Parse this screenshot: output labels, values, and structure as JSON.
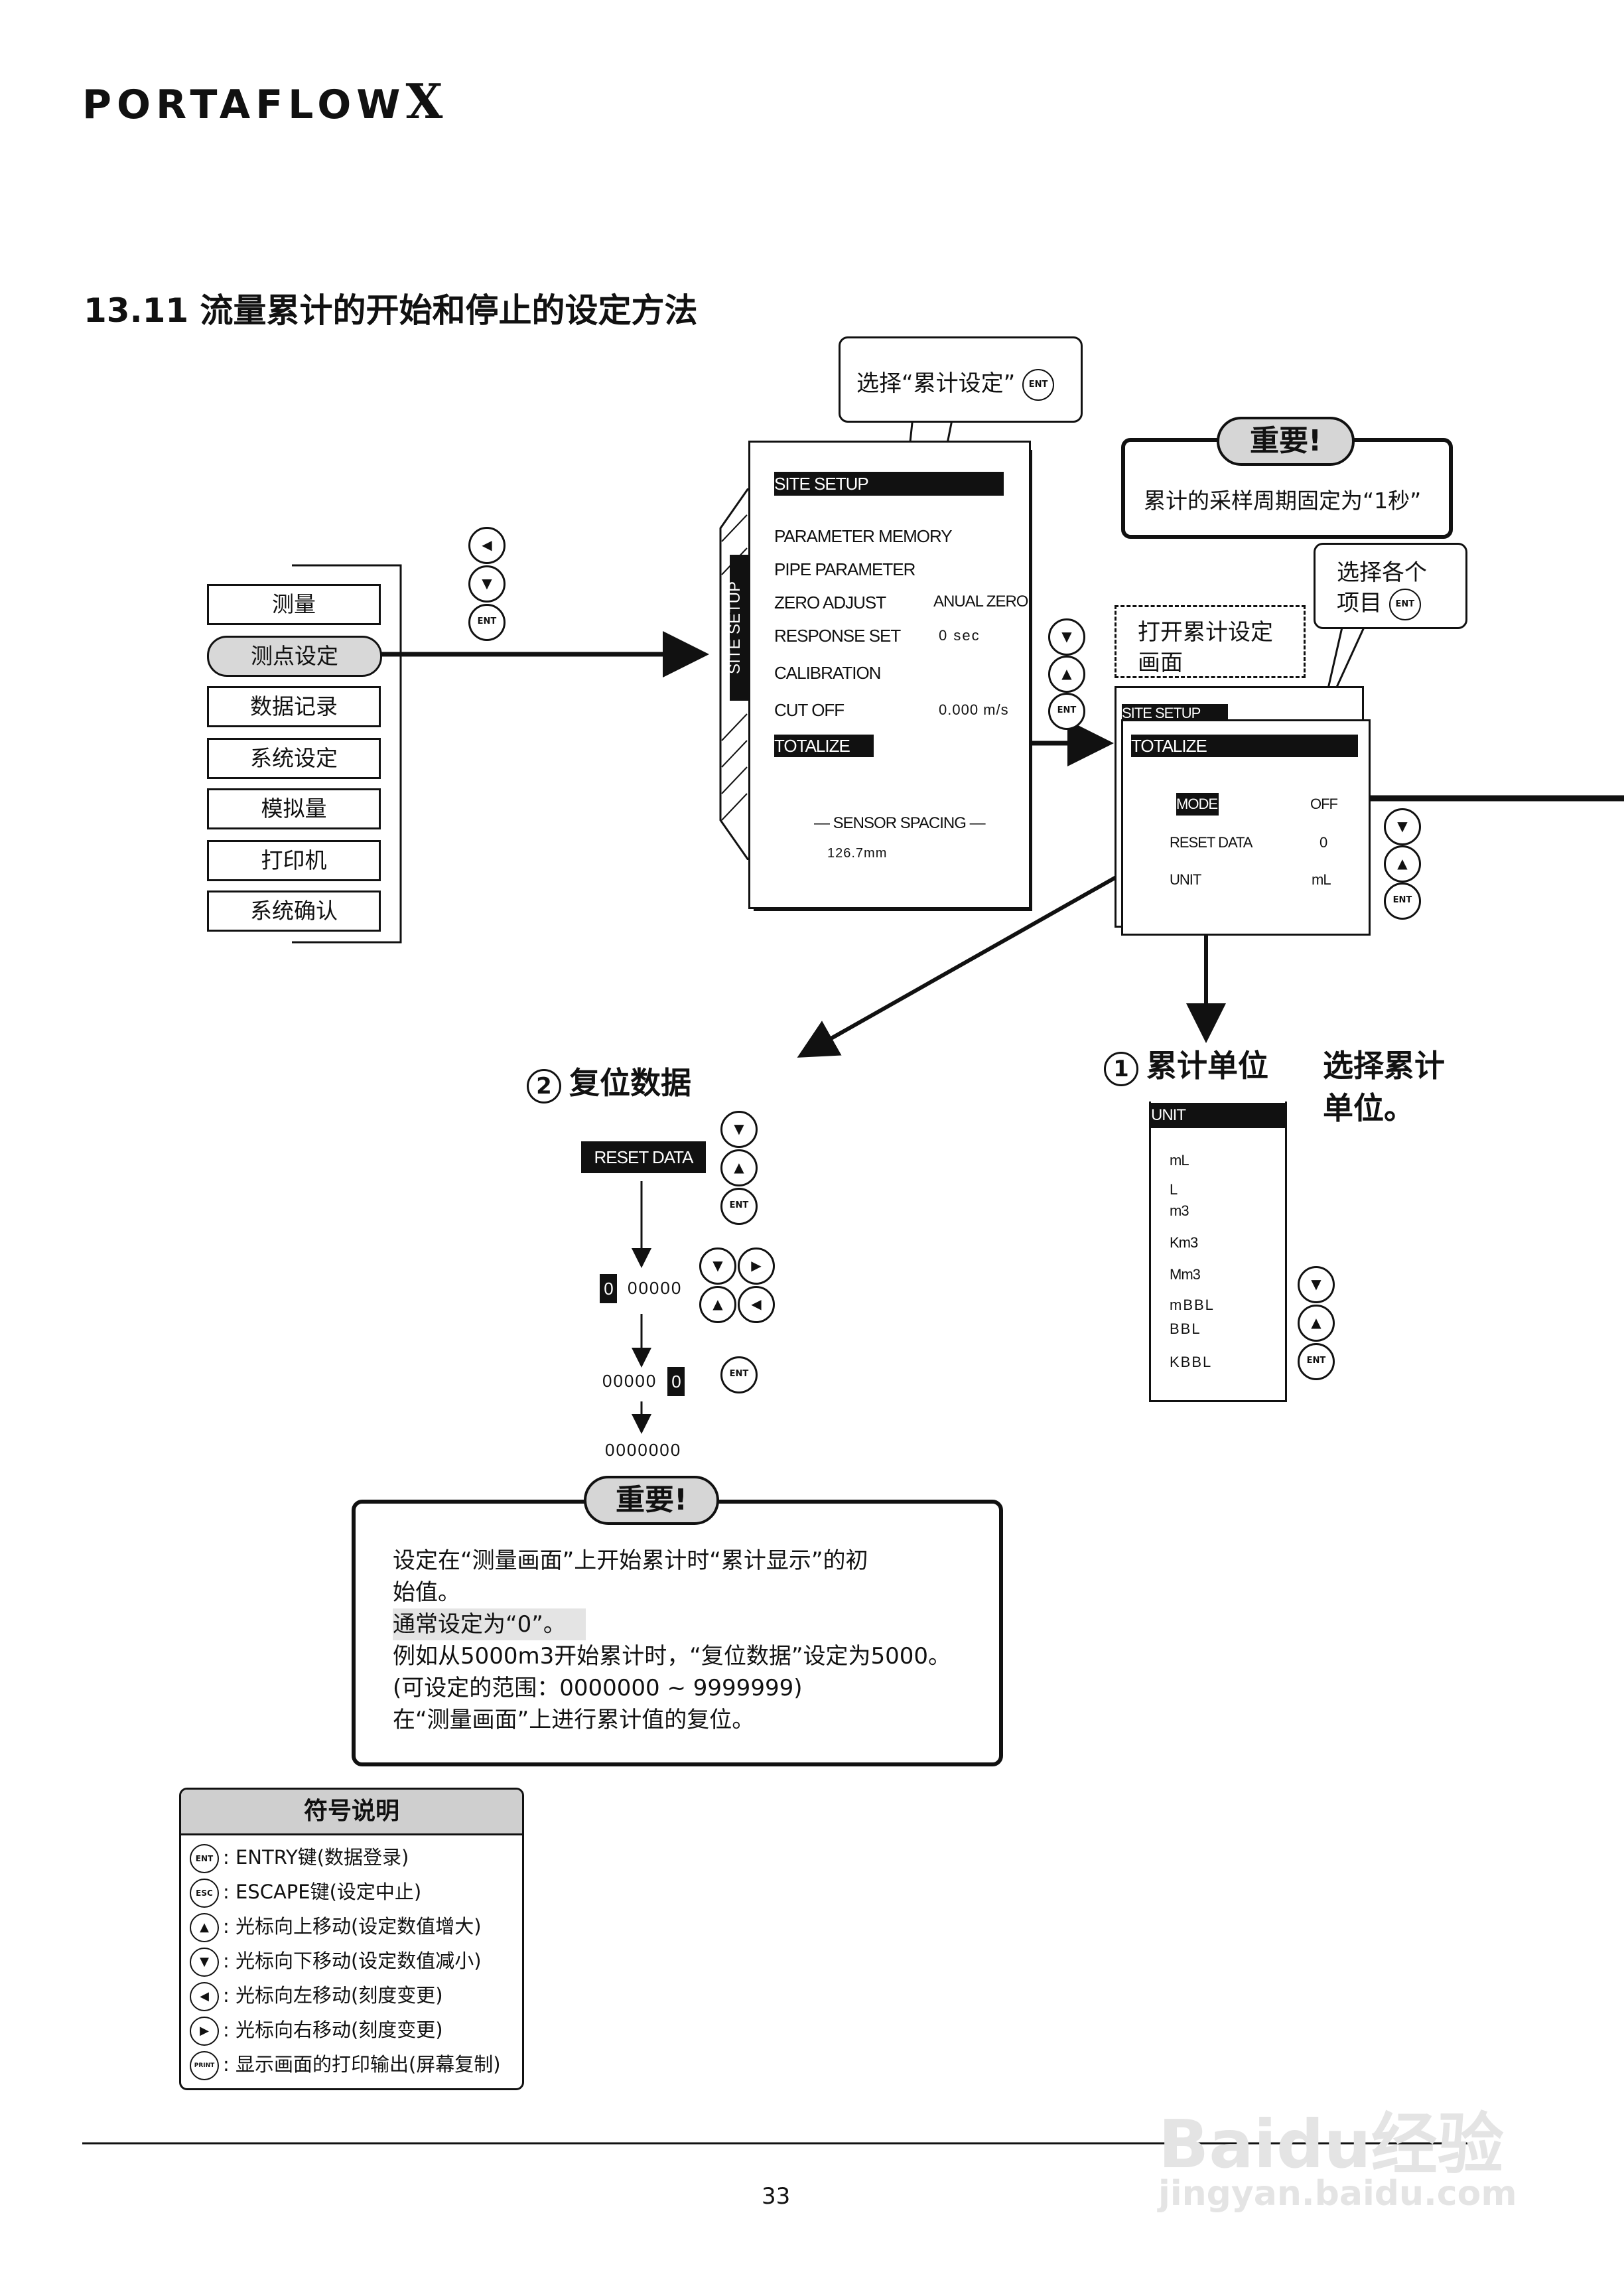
{
  "header": {
    "brand": "PORTAFLOW",
    "brand_x": "X"
  },
  "title": "13.11 流量累计的开始和停止的设定方法",
  "callout_select": {
    "text": "选择“累计设定”",
    "key": "ENT"
  },
  "important_top": {
    "label": "重要!",
    "text": "累计的采样周期固定为“1秒”"
  },
  "callout_items": {
    "line1": "选择各个",
    "line2": "项目",
    "key": "ENT"
  },
  "callout_open": {
    "line1": "打开累计设定",
    "line2": "画面"
  },
  "menu": {
    "items": [
      "测量",
      "测点设定",
      "数据记录",
      "系统设定",
      "模拟量",
      "打印机",
      "系统确认"
    ],
    "selected": 1
  },
  "menu_keys": {
    "left": "◀",
    "down": "▼",
    "ent": "ENT"
  },
  "site_setup": {
    "header": "SITE SETUP",
    "side_label": "SITE SETUP",
    "rows": [
      {
        "label": "PARAMETER MEMORY",
        "value": ""
      },
      {
        "label": "PIPE PARAMETER",
        "value": ""
      },
      {
        "label": "ZERO ADJUST",
        "value": "ANUAL ZERO"
      },
      {
        "label": "RESPONSE SET",
        "value": "0 sec"
      },
      {
        "label": "CALIBRATION",
        "value": ""
      },
      {
        "label": "CUT OFF",
        "value": "0.000 m/s"
      },
      {
        "label": "TOTALIZE",
        "value": ""
      }
    ],
    "sensor_label": "— SENSOR SPACING —",
    "sensor_value": "126.7mm"
  },
  "totalize": {
    "back_header": "SITE SETUP",
    "header": "TOTALIZE",
    "rows": [
      {
        "label": "MODE",
        "value": "OFF"
      },
      {
        "label": "RESET DATA",
        "value": "0"
      },
      {
        "label": "UNIT",
        "value": "mL"
      }
    ]
  },
  "keys": {
    "up": "▲",
    "down": "▼",
    "left": "◀",
    "right": "▶",
    "ent": "ENT"
  },
  "section1": {
    "num": "1",
    "title": "累计单位",
    "desc_line1": "选择累计",
    "desc_line2": "单位。"
  },
  "unit_list": {
    "header": "UNIT",
    "items": [
      "mL",
      "L",
      "m3",
      "Km3",
      "Mm3",
      "mBBL",
      "BBL",
      "KBBL"
    ]
  },
  "section2": {
    "num": "2",
    "title": "复位数据"
  },
  "reset": {
    "header": "RESET DATA",
    "step1_cursor": "0",
    "step1_rest": "00000",
    "step2_rest": "00000",
    "step2_cursor": "0",
    "step3": "0000000"
  },
  "important_bottom": {
    "label": "重要!",
    "lines": [
      "设定在“测量画面”上开始累计时“累计显示”的初",
      "始值。",
      "通常设定为“0”。",
      "例如从5000m3开始累计时，“复位数据”设定为5000。",
      "(可设定的范围：0000000 ~ 9999999)",
      "在“测量画面”上进行累计值的复位。"
    ]
  },
  "legend": {
    "title": "符号说明",
    "items": [
      {
        "sym": "ENT",
        "text": ": ENTRY键(数据登录)"
      },
      {
        "sym": "ESC",
        "text": ": ESCAPE键(设定中止)"
      },
      {
        "sym": "▲",
        "text": ": 光标向上移动(设定数值增大)"
      },
      {
        "sym": "▼",
        "text": ": 光标向下移动(设定数值减小)"
      },
      {
        "sym": "◀",
        "text": ": 光标向左移动(刻度变更)"
      },
      {
        "sym": "▶",
        "text": ": 光标向右移动(刻度变更)"
      },
      {
        "sym": "PRINT",
        "text": ": 显示画面的打印输出(屏幕复制)"
      }
    ]
  },
  "page_number": "33",
  "watermark": {
    "line1": "Baidu经验",
    "line2": "jingyan.baidu.com"
  }
}
